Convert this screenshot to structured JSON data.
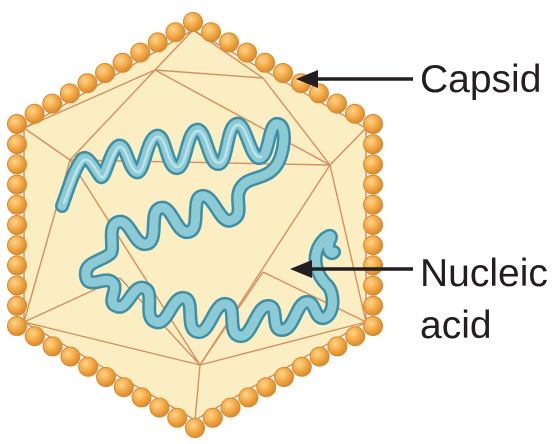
{
  "labels": {
    "capsid": "Capsid",
    "nucleic_line1": "Nucleic",
    "nucleic_line2": "acid"
  },
  "colors": {
    "capsid_fill": "#fbeec3",
    "capsid_edge": "#d88f5e",
    "bead_fill": "#f3ab49",
    "bead_edge": "#d9892f",
    "ribbon_front": "#8ccbd6",
    "ribbon_back": "#4aa0b5",
    "arrow": "#231f20"
  }
}
